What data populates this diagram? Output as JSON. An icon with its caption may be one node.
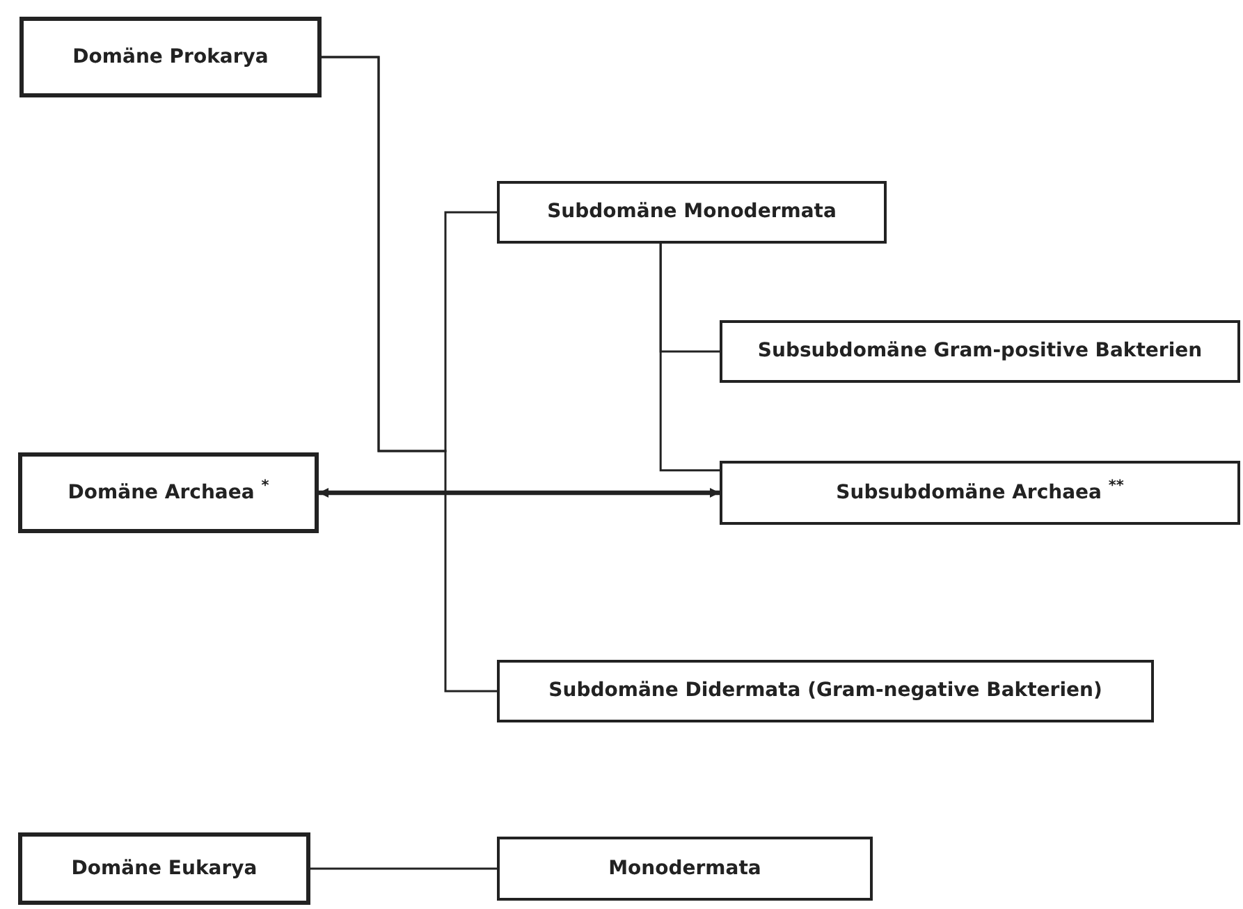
{
  "diagram": {
    "nodes": [
      {
        "text": [
          "Domäne Prokarya"
        ]
      },
      {
        "text": [
          "Subdomäne Monodermata"
        ]
      },
      {
        "text": [
          "Subsubdomäne Gram-positive Bakterien"
        ]
      },
      {
        "text": [
          "Domäne Archaea $^{*}$"
        ]
      },
      {
        "text": [
          "Subsubdomäne Archaea $^{**}$"
        ]
      },
      {
        "text": [
          "Subdomäne Didermata (Gram-negative Bakterien)"
        ]
      },
      {
        "text": [
          "Domäne Eukarya"
        ]
      },
      {
        "text": [
          "Monodermata"
        ]
      }
    ],
    "edges": [
      {
        "from": 0,
        "to": 1,
        "arrow": "none"
      },
      {
        "from": 0,
        "to": 5,
        "arrow": "none"
      },
      {
        "from": 1,
        "to": 2,
        "arrow": "none"
      },
      {
        "from": 1,
        "to": 4,
        "arrow": "none"
      },
      {
        "from": 3,
        "to": 4,
        "arrow": "both",
        "style": "thick"
      },
      {
        "from": 6,
        "to": 7,
        "arrow": "none"
      }
    ]
  }
}
